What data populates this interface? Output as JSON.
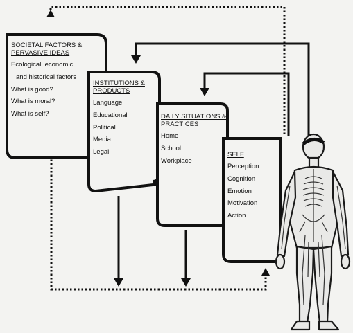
{
  "boxes": {
    "societal": {
      "title": "SOCIETAL FACTORS & PERVASIVE IDEAS",
      "items": [
        "Ecological, economic,",
        "and historical factors",
        "What is good?",
        "What is moral?",
        "What is self?"
      ]
    },
    "institutions": {
      "title": "INSTITUTIONS & PRODUCTS",
      "items": [
        "Language",
        "Educational",
        "Political",
        "Media",
        "Legal"
      ]
    },
    "daily": {
      "title": "DAILY SITUATIONS & PRACTICES",
      "items": [
        "Home",
        "School",
        "Workplace"
      ]
    },
    "self": {
      "title": "SELF",
      "items": [
        "Perception",
        "Cognition",
        "Emotion",
        "Motivation",
        "Action"
      ]
    }
  },
  "figure": {
    "icon": "human-anatomy-figure",
    "colors": {
      "stroke": "#1a1a1a",
      "fill": "#e9e9e7"
    }
  }
}
